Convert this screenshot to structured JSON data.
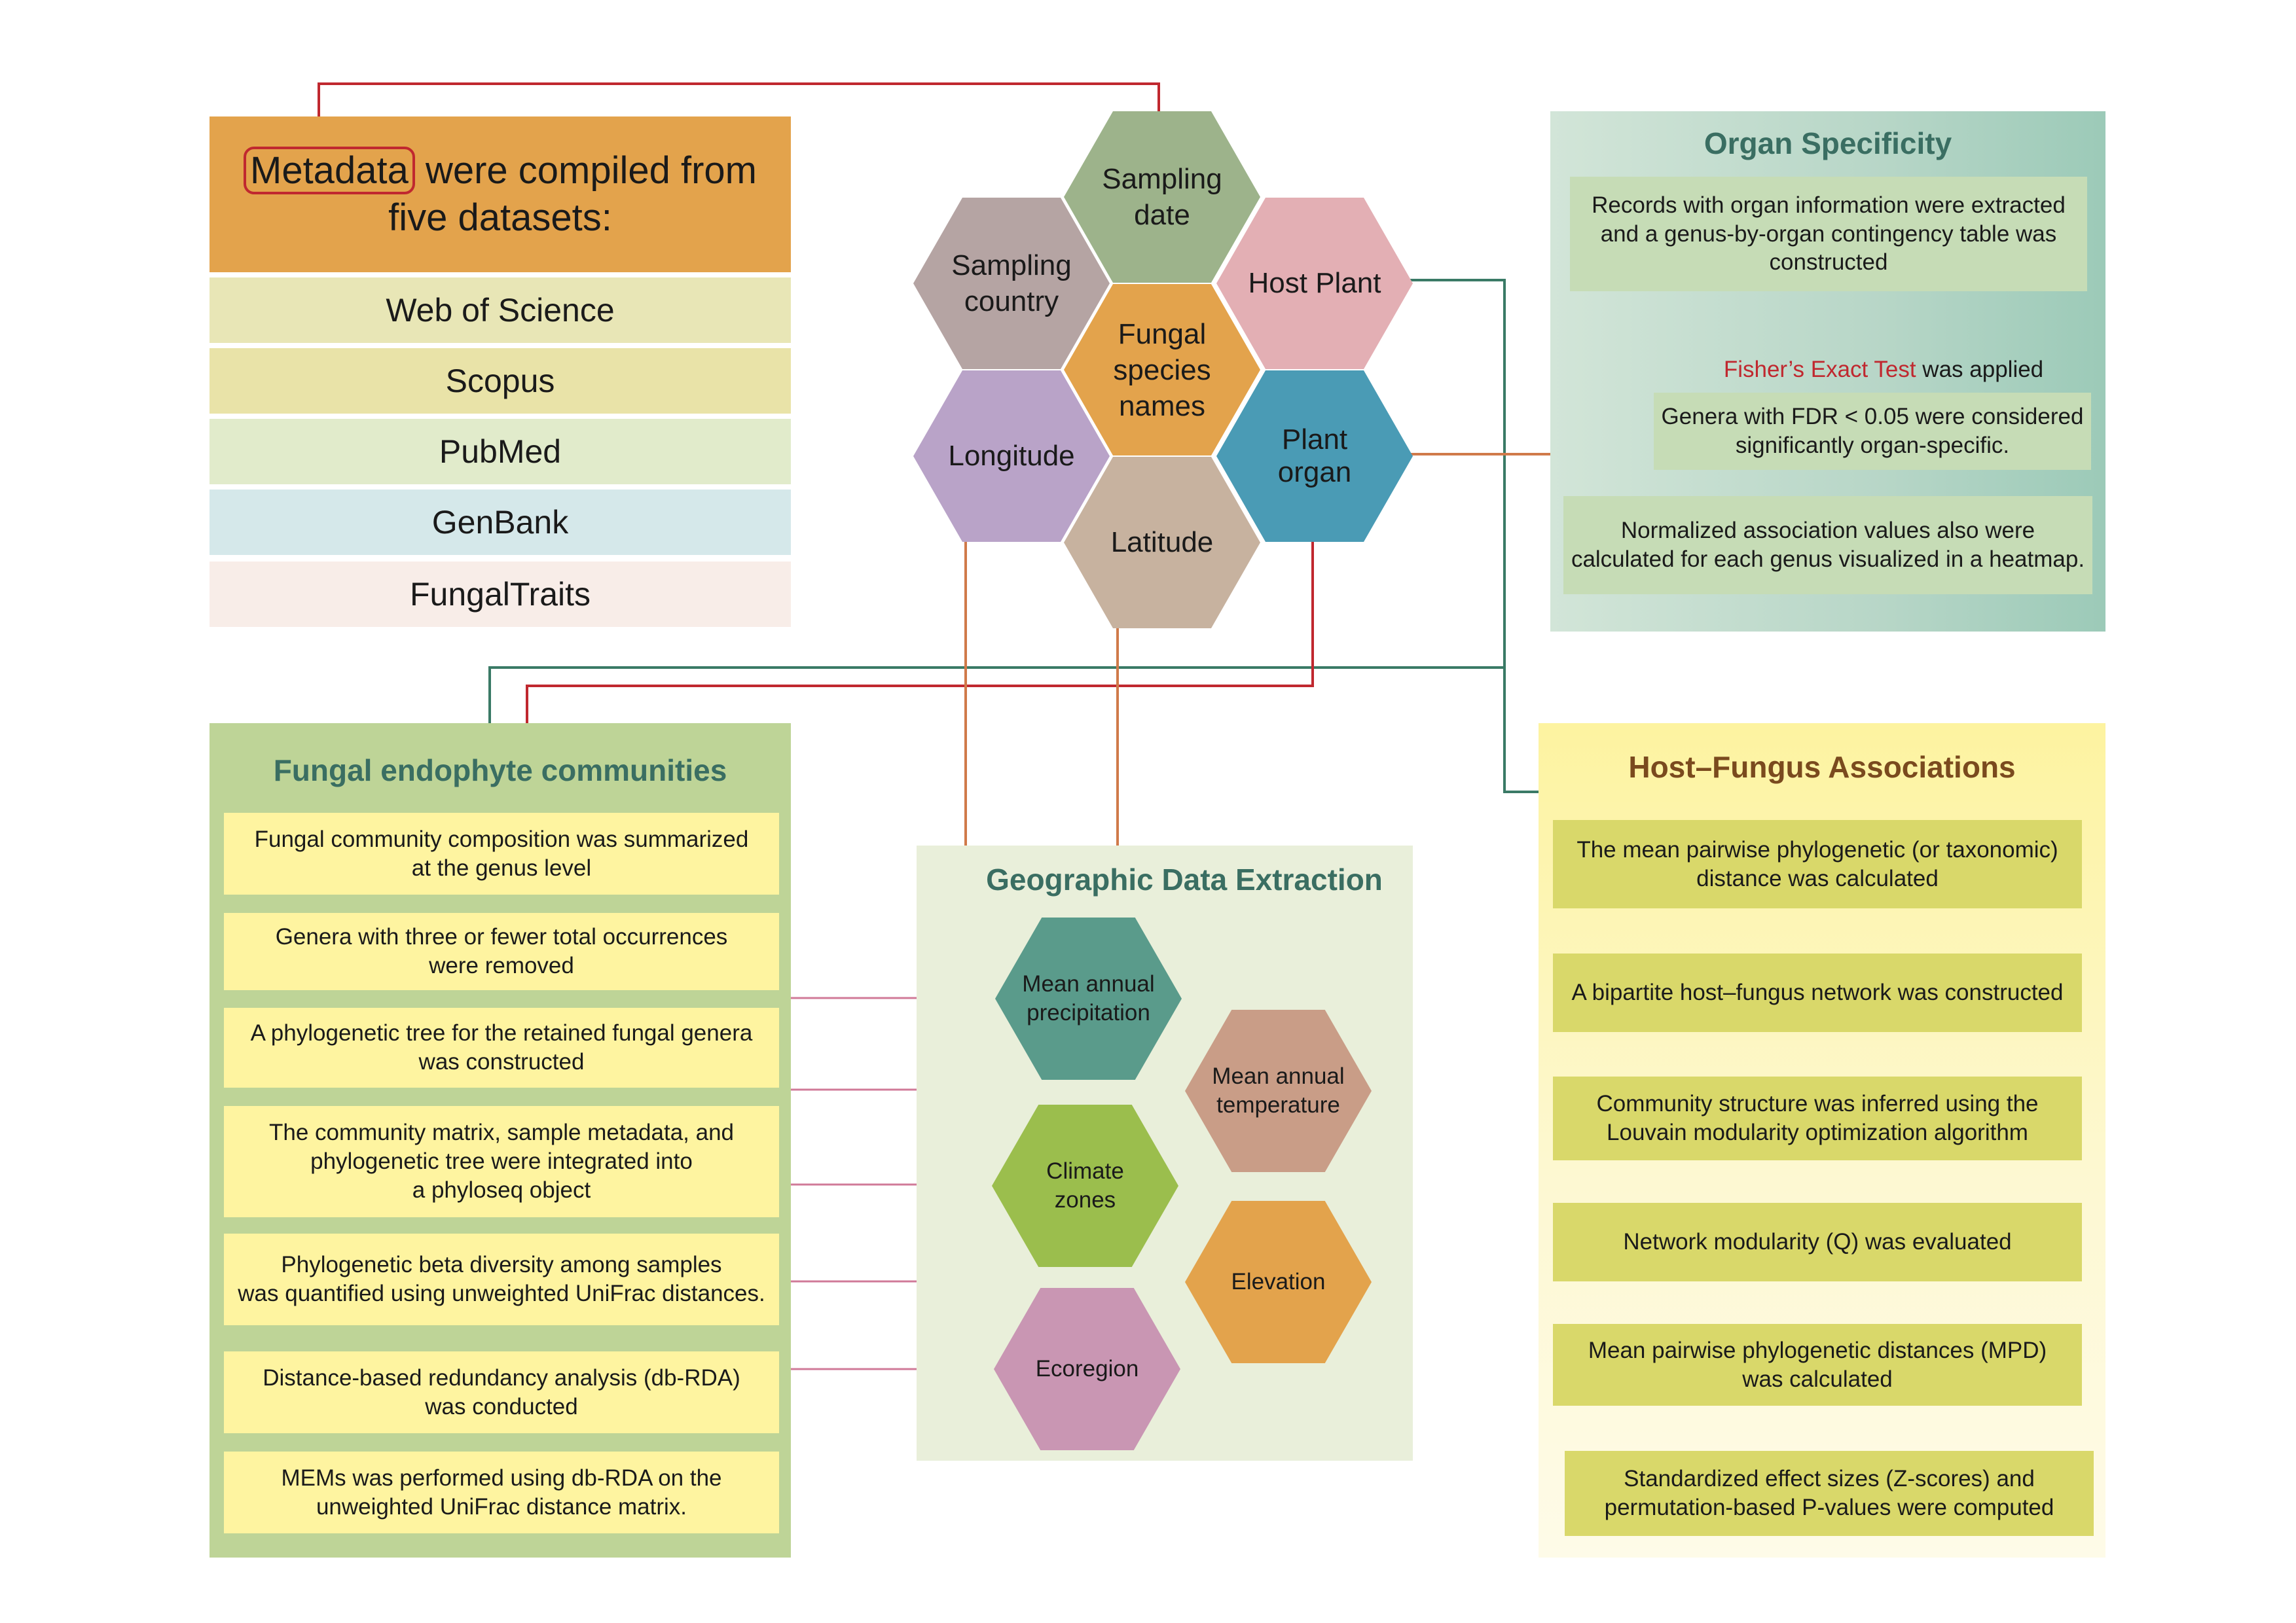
{
  "metadata": {
    "keyword": "Metadata",
    "title_line1_rest": " were compiled from",
    "title_line2": "five datasets:",
    "datasets": [
      "Web of Science",
      "Scopus",
      "PubMed",
      "GenBank",
      "FungalTraits"
    ]
  },
  "fields": {
    "sampling_date": "Sampling\ndate",
    "sampling_country": "Sampling\ncountry",
    "host_plant": "Host Plant",
    "fungal_species": "Fungal\nspecies\nnames",
    "longitude": "Longitude",
    "plant_organ": "Plant organ",
    "latitude": "Latitude"
  },
  "organ": {
    "title": "Organ Specificity",
    "step1": "Records with organ information were extracted\nand a genus-by-organ  contingency table was\nconstructed",
    "test_name": "Fisher’s Exact Test",
    "test_rest": " was applied",
    "step2": "Genera with FDR < 0.05 were considered\nsignificantly organ-specific.",
    "step3": "Normalized association values also were\ncalculated for each genus visualized in a heatmap."
  },
  "communities": {
    "title": "Fungal endophyte communities",
    "steps": [
      "Fungal community composition was summarized\nat the genus level",
      "Genera with three or fewer total occurrences\nwere removed",
      "A phylogenetic tree for the retained fungal genera\nwas constructed",
      "The community matrix, sample metadata, and\nphylogenetic tree were  integrated into\na phyloseq object",
      "Phylogenetic beta diversity among samples\nwas quantified using unweighted UniFrac distances.",
      "Distance-based redundancy analysis (db-RDA)\nwas conducted",
      "MEMs was performed using db-RDA on the\nunweighted UniFrac distance matrix."
    ]
  },
  "geo": {
    "title": "Geographic Data Extraction",
    "precip": "Mean annual\nprecipitation",
    "temp": "Mean annual\ntemperature",
    "climate": "Climate\nzones",
    "elevation": "Elevation",
    "ecoregion": "Ecoregion"
  },
  "host": {
    "title": "Host–Fungus Associations",
    "steps": [
      "The mean pairwise phylogenetic (or taxonomic)\ndistance was calculated",
      "A bipartite host–fungus network was constructed",
      "Community structure was inferred using the\nLouvain modularity optimization algorithm",
      "Network modularity (Q) was evaluated",
      "Mean pairwise phylogenetic distances (MPD)\nwas calculated",
      "Standardized effect sizes (Z-scores) and\npermutation-based P-values were computed"
    ]
  },
  "colors": {
    "metadata_header": "#e3a34c",
    "red_line": "#c0282f",
    "orange_line": "#d07a4a",
    "teal_line": "#3a7a66",
    "pink_line": "#d07a98",
    "organ_title": "#3a6e62",
    "fisher": "#c0282f",
    "comm_title": "#3a6e62",
    "host_title": "#7a4a1e"
  }
}
